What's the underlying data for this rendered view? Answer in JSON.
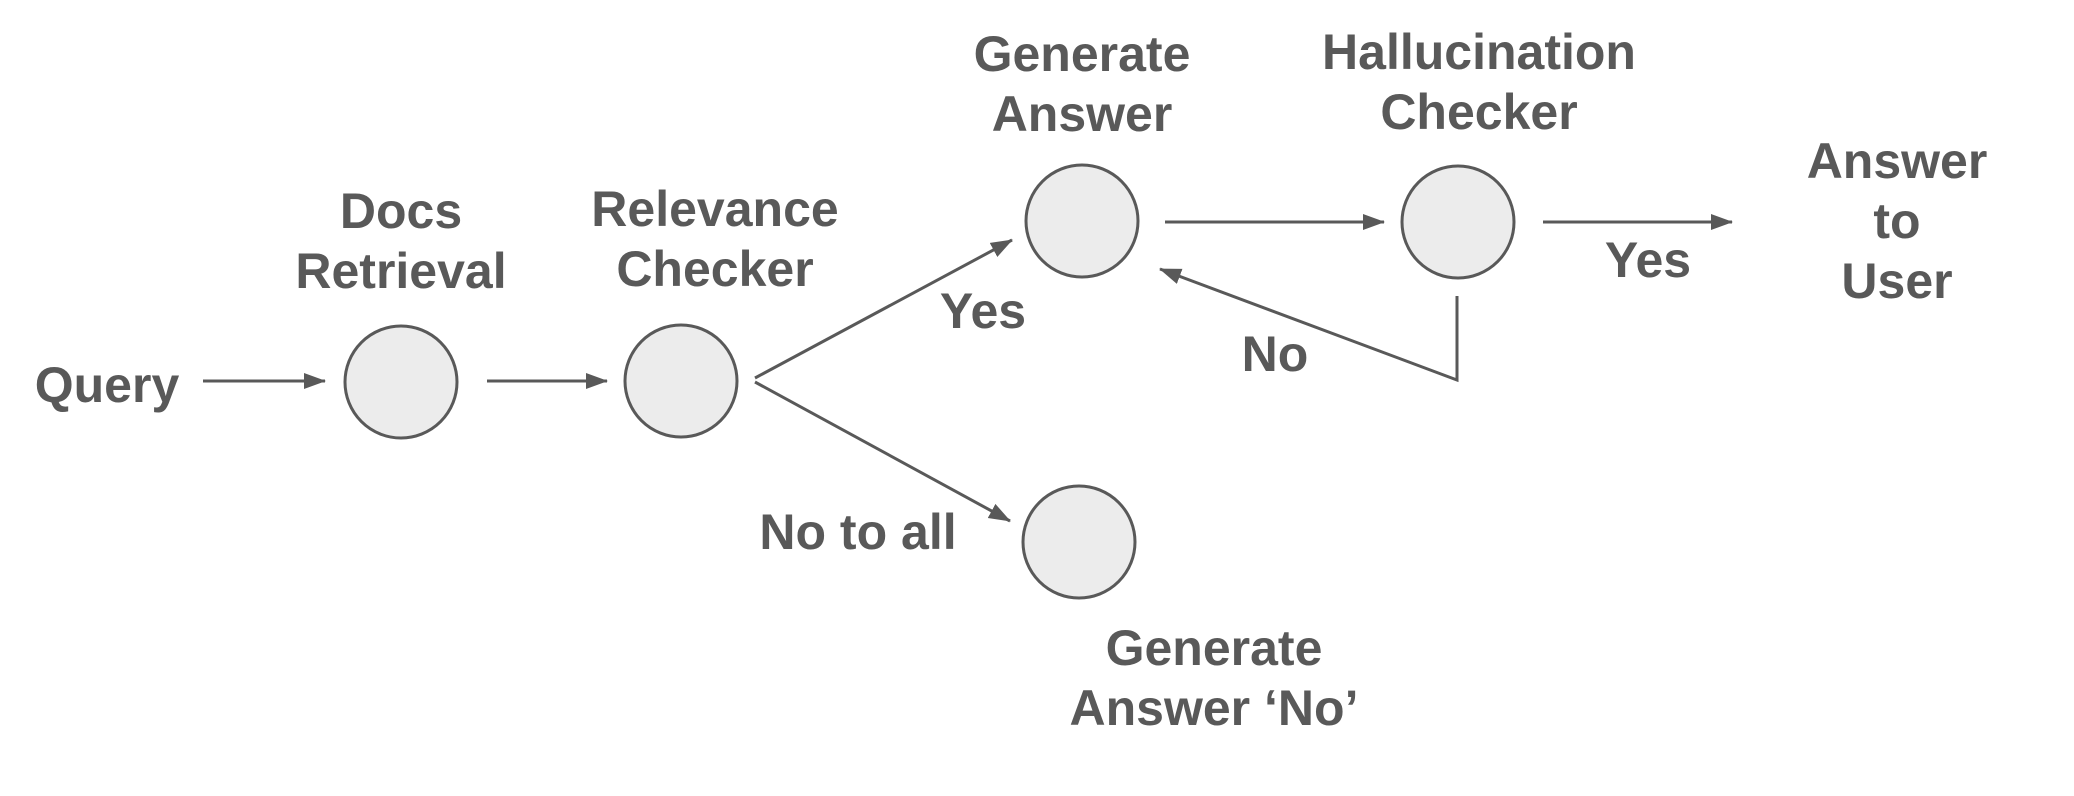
{
  "diagram": {
    "type": "flowchart",
    "colors": {
      "background": "#ffffff",
      "text": "#595959",
      "node_fill": "#ececec",
      "node_stroke": "#595959",
      "arrow": "#595959"
    },
    "terminals": {
      "query": {
        "label": "Query"
      },
      "answer_to_user": {
        "label": "Answer to\nUser"
      }
    },
    "nodes": {
      "docs_retrieval": {
        "label": "Docs\nRetrieval"
      },
      "relevance_checker": {
        "label": "Relevance\nChecker"
      },
      "generate_answer": {
        "label": "Generate\nAnswer"
      },
      "hallucination_checker": {
        "label": "Hallucination\nChecker"
      },
      "generate_answer_no": {
        "label": "Generate\nAnswer ‘No’"
      }
    },
    "edge_labels": {
      "relevance_yes": "Yes",
      "relevance_no_to_all": "No to all",
      "hallucination_yes": "Yes",
      "hallucination_no": "No"
    }
  }
}
